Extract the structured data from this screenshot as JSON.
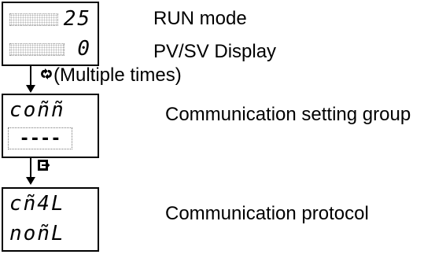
{
  "steps": [
    {
      "display_top": "25",
      "display_bottom": "0",
      "label_top": "RUN mode",
      "label_bottom": "PV/SV Display"
    },
    {
      "display_top": "coññ",
      "display_bottom": "----",
      "label": "Communication setting group"
    },
    {
      "display_top": "cñ4L",
      "display_bottom": "noñL",
      "label": "Communication protocol"
    }
  ],
  "arrows": [
    {
      "key_icon": "mode-key-icon",
      "note": "(Multiple times)"
    },
    {
      "key_icon": "enter-key-icon"
    }
  ]
}
